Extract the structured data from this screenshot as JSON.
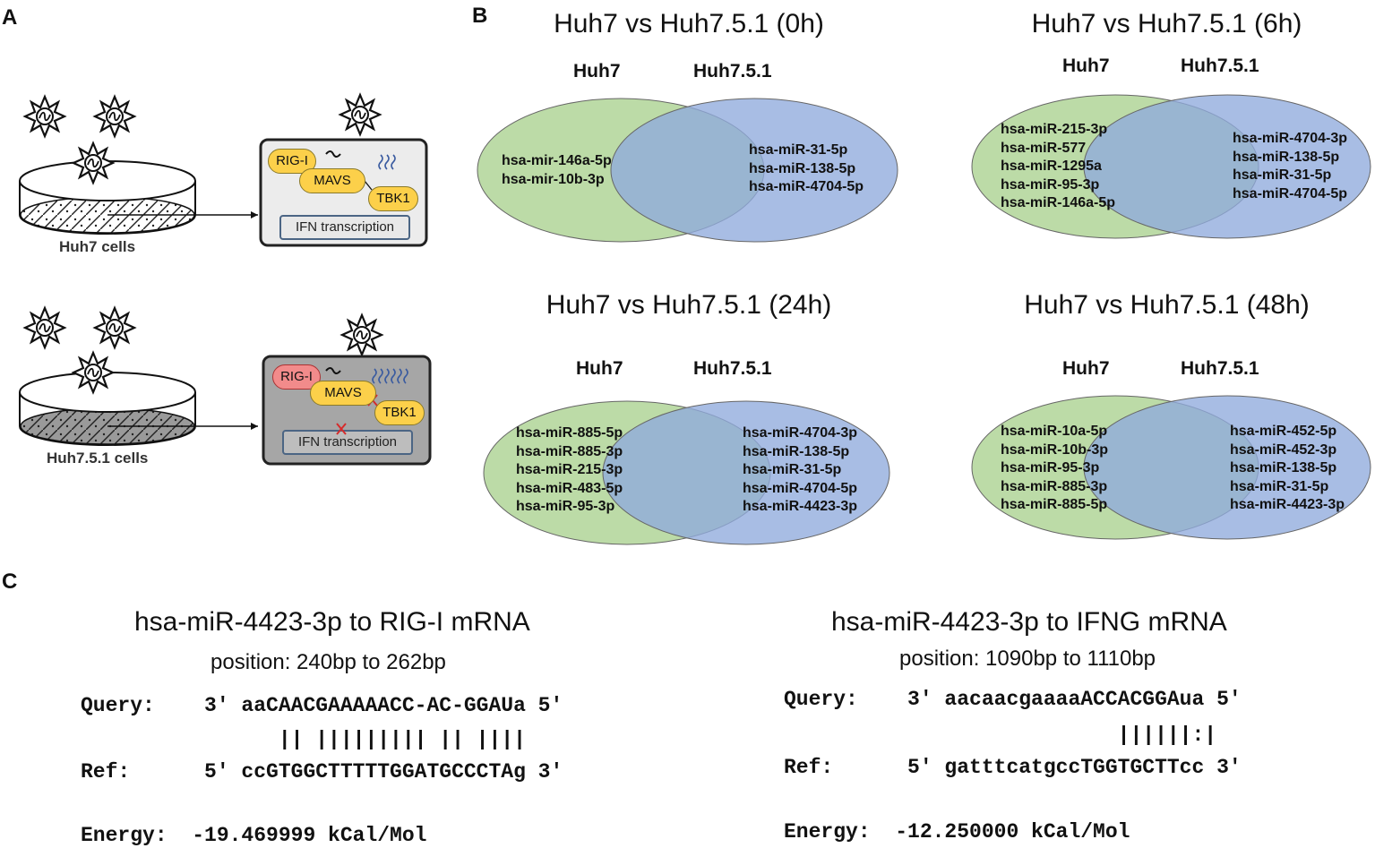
{
  "panels": {
    "a": "A",
    "b": "B",
    "c": "C"
  },
  "panel_a": {
    "huh7_label": "Huh7 cells",
    "huh751_label": "Huh7.5.1 cells",
    "rigi": "RIG-I",
    "mavs": "MAVS",
    "tbk1": "TBK1",
    "ifn": "IFN transcription",
    "colors": {
      "normal_box": "#ececec",
      "blocked_box": "#a6a6a6",
      "pill": "#fcd04a",
      "rigi_blocked": "#f28b8b",
      "block_x": "#d62b2b"
    }
  },
  "venns": [
    {
      "title": "Huh7 vs Huh7.5.1 (0h)",
      "left": "Huh7",
      "right": "Huh7.5.1",
      "left_items": [
        "hsa-mir-146a-5p",
        "hsa-mir-10b-3p"
      ],
      "right_items": [
        "hsa-miR-31-5p",
        "hsa-miR-138-5p",
        "hsa-miR-4704-5p"
      ]
    },
    {
      "title": "Huh7 vs Huh7.5.1 (6h)",
      "left": "Huh7",
      "right": "Huh7.5.1",
      "left_items": [
        "hsa-miR-215-3p",
        "hsa-miR-577",
        "hsa-miR-1295a",
        "hsa-miR-95-3p",
        "hsa-miR-146a-5p"
      ],
      "right_items": [
        "hsa-miR-4704-3p",
        "hsa-miR-138-5p",
        "hsa-miR-31-5p",
        "hsa-miR-4704-5p"
      ]
    },
    {
      "title": "Huh7 vs Huh7.5.1 (24h)",
      "left": "Huh7",
      "right": "Huh7.5.1",
      "left_items": [
        "hsa-miR-885-5p",
        "hsa-miR-885-3p",
        "hsa-miR-215-3p",
        "hsa-miR-483-5p",
        "hsa-miR-95-3p"
      ],
      "right_items": [
        "hsa-miR-4704-3p",
        "hsa-miR-138-5p",
        "hsa-miR-31-5p",
        "hsa-miR-4704-5p",
        "hsa-miR-4423-3p"
      ]
    },
    {
      "title": "Huh7 vs Huh7.5.1 (48h)",
      "left": "Huh7",
      "right": "Huh7.5.1",
      "left_items": [
        "hsa-miR-10a-5p",
        "hsa-miR-10b-3p",
        "hsa-miR-95-3p",
        "hsa-miR-885-3p",
        "hsa-miR-885-5p"
      ],
      "right_items": [
        "hsa-miR-452-5p",
        "hsa-miR-452-3p",
        "hsa-miR-138-5p",
        "hsa-miR-31-5p",
        "hsa-miR-4423-3p"
      ]
    }
  ],
  "venn_colors": {
    "left": "#a9d18e",
    "right": "#8faadc",
    "outline": "#555555"
  },
  "alignments": [
    {
      "title": "hsa-miR-4423-3p to RIG-I mRNA",
      "position": "position: 240bp to 262bp",
      "query": "Query:    3' aaCAACGAAAAACC-AC-GGAUa 5'",
      "bars": "                || ||||||||| || ||||",
      "ref": "Ref:      5' ccGTGGCTTTTTGGATGCCCTAg 3'",
      "energy": "Energy:  -19.469999 kCal/Mol"
    },
    {
      "title": "hsa-miR-4423-3p to IFNG mRNA",
      "position": "position: 1090bp to 1110bp",
      "query": "Query:    3' aacaacgaaaaACCACGGAua 5'",
      "bars": "                           ||||||:|",
      "ref": "Ref:      5' gatttcatgccTGGTGCTTcc 3'",
      "energy": "Energy:  -12.250000 kCal/Mol"
    }
  ]
}
